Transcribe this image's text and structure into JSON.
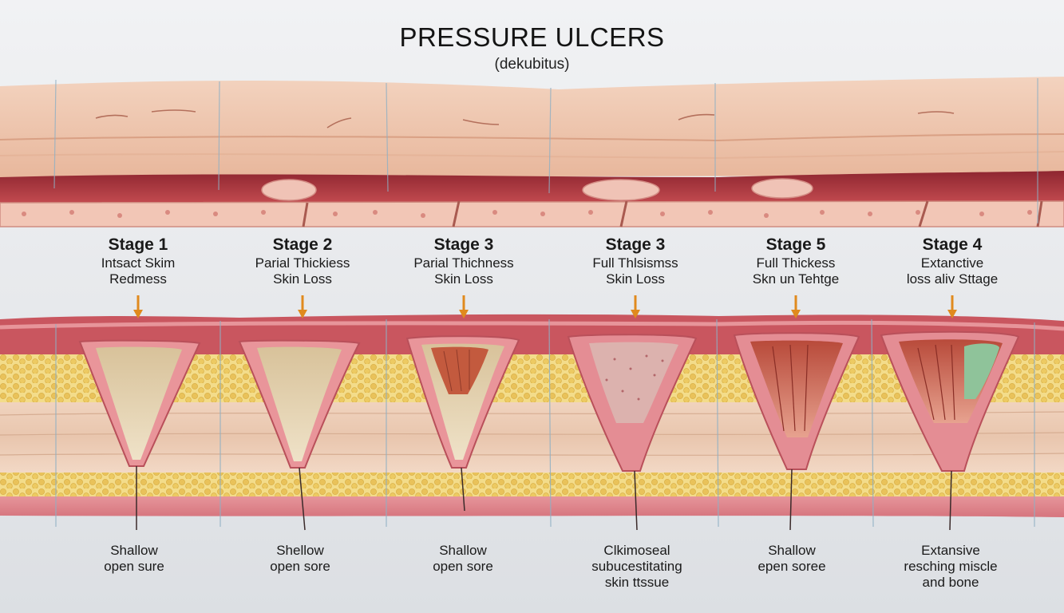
{
  "header": {
    "title": "PRESSURE ULCERS",
    "subtitle": "(dekubitus)"
  },
  "stages": [
    {
      "name": "Stage 1",
      "desc": [
        "Intsact Skim",
        "Redmess"
      ],
      "outcome": [
        "Shallow",
        "open sure"
      ]
    },
    {
      "name": "Stage 2",
      "desc": [
        "Parial Thickiess",
        "Skin Loss"
      ],
      "outcome": [
        "Shellow",
        "open sore"
      ]
    },
    {
      "name": "Stage 3",
      "desc": [
        "Parial Thichness",
        "Skin Loss"
      ],
      "outcome": [
        "Shallow",
        "open sore"
      ]
    },
    {
      "name": "Stage 3",
      "desc": [
        "Full Thlsismss",
        "Skin Loss"
      ],
      "outcome": [
        "Clkimoseal",
        "subucestitating",
        "skin ttssue"
      ]
    },
    {
      "name": "Stage 5",
      "desc": [
        "Full Thickess",
        "Skn un Tehtge"
      ],
      "outcome": [
        "Shallow",
        "epen soree"
      ]
    },
    {
      "name": "Stage 4",
      "desc": [
        "Extanctive",
        "loss aliv Sttage"
      ],
      "outcome": [
        "Extansive",
        "resching miscle",
        "and bone"
      ]
    }
  ],
  "colors": {
    "skin_surface": "#f0c9b2",
    "dermis_red": "#a8323a",
    "fat_yellow": "#f1d57a",
    "muscle_pink": "#e79fa0",
    "arrow_orange": "#e08a1e"
  }
}
